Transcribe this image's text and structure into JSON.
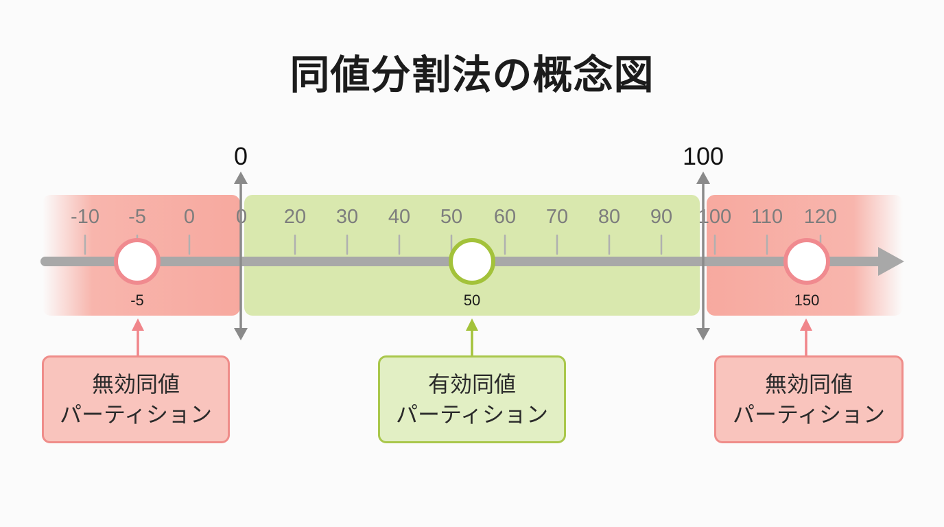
{
  "title": "同値分割法の概念図",
  "boundaries": {
    "low": "0",
    "high": "100"
  },
  "ticks": [
    "-10",
    "-5",
    "0",
    "0",
    "20",
    "30",
    "40",
    "50",
    "60",
    "70",
    "80",
    "90",
    "100",
    "110",
    "120"
  ],
  "samples": [
    {
      "label": "-5",
      "kind": "invalid"
    },
    {
      "label": "50",
      "kind": "valid"
    },
    {
      "label": "150",
      "kind": "invalid"
    }
  ],
  "partitions": {
    "left": {
      "line1": "無効同値",
      "line2": "パーティション"
    },
    "middle": {
      "line1": "有効同値",
      "line2": "パーティション"
    },
    "right": {
      "line1": "無効同値",
      "line2": "パーティション"
    }
  },
  "colors": {
    "invalid_fill": "#f7a99f",
    "invalid_border": "#ef8d8a",
    "valid_fill": "#d9e8ae",
    "valid_border": "#a9c74b",
    "axis": "#a8a8a8",
    "arrow": "#8a8a8a"
  }
}
